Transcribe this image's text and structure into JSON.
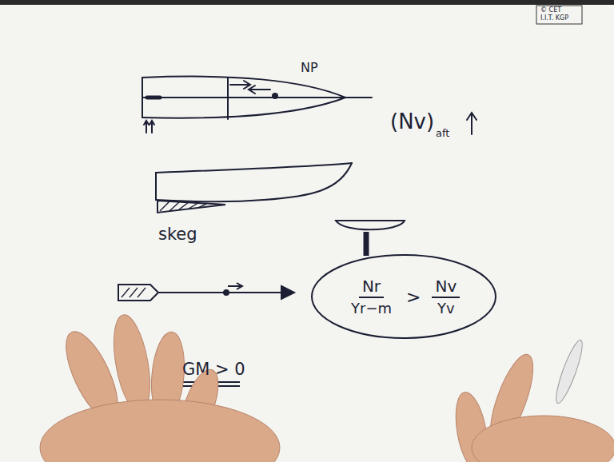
{
  "diagram": {
    "nodes": [
      {
        "text": [
          "Nr",
          "Yr−m",
          ">",
          "Nv",
          "Yv"
        ]
      }
    ],
    "labels": [
      "© CET",
      "I.I.T. KGP",
      "NP",
      "(Nv)",
      "aft",
      "skeg",
      "GM > 0"
    ]
  }
}
